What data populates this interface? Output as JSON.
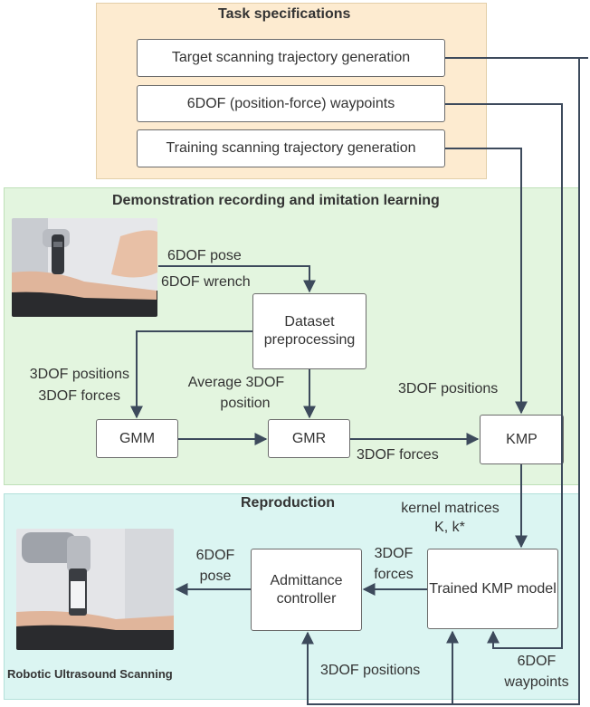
{
  "panels": {
    "task": "Task specifications",
    "demo": "Demonstration recording and imitation learning",
    "repro": "Reproduction"
  },
  "task_boxes": {
    "target": "Target scanning trajectory generation",
    "waypoints": "6DOF (position-force) waypoints",
    "training": "Training scanning trajectory generation"
  },
  "nodes": {
    "dataset": "Dataset preprocessing",
    "gmm": "GMM",
    "gmr": "GMR",
    "kmp": "KMP",
    "trained_kmp": "Trained KMP model",
    "admittance": "Admittance controller"
  },
  "edge_labels": {
    "pose_6dof": "6DOF pose",
    "wrench_6dof": "6DOF wrench",
    "positions_forces_1": "3DOF positions",
    "positions_forces_2": "3DOF forces",
    "avg_position_1": "Average 3DOF",
    "avg_position_2": "position",
    "forces_gmr_kmp": "3DOF forces",
    "positions_kmp": "3DOF positions",
    "kernel_1": "kernel matrices",
    "kernel_2": "K, k*",
    "forces_ctrl_1": "3DOF",
    "forces_ctrl_2": "forces",
    "pose_out_1": "6DOF",
    "pose_out_2": "pose",
    "positions_bottom": "3DOF positions",
    "waypoints_bottom_1": "6DOF",
    "waypoints_bottom_2": "waypoints"
  },
  "caption": "Robotic Ultrasound Scanning",
  "colors": {
    "task_panel": "#fdebd0",
    "demo_panel": "#e3f5df",
    "repro_panel": "#dbf5f2",
    "arrow": "#3d4a5c"
  }
}
